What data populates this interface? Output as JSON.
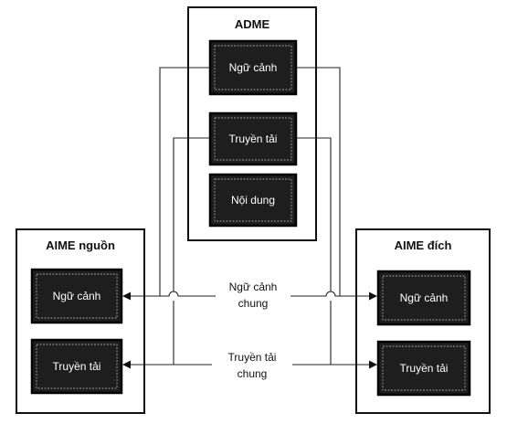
{
  "panels": {
    "adme": {
      "title": "ADME",
      "boxes": [
        "Ngữ cảnh",
        "Truyền tải",
        "Nội dung"
      ]
    },
    "source": {
      "title": "AIME nguồn",
      "boxes": [
        "Ngữ cảnh",
        "Truyền tải"
      ]
    },
    "dest": {
      "title": "AIME đích",
      "boxes": [
        "Ngữ cảnh",
        "Truyền tải"
      ]
    }
  },
  "connectors": {
    "context": {
      "line1": "Ngữ cảnh",
      "line2": "chung"
    },
    "transport": {
      "line1": "Truyền tải",
      "line2": "chung"
    }
  },
  "colors": {
    "box_fill": "#1e1e1e",
    "line": "#222222",
    "panel_border": "#111111"
  }
}
